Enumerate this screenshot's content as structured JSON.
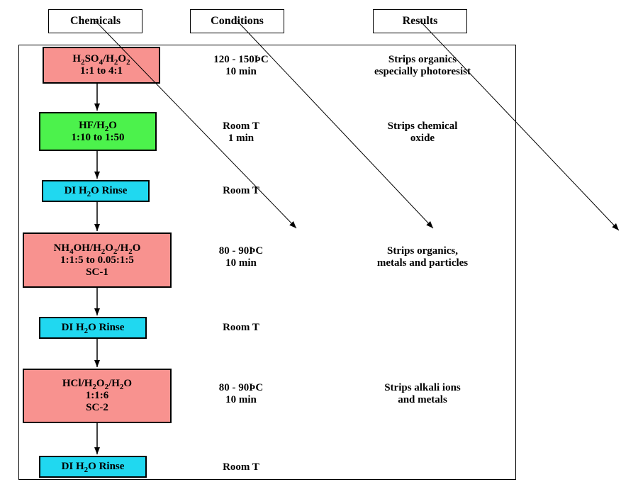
{
  "headers": {
    "chemicals": "Chemicals",
    "conditions": "Conditions",
    "results": "Results"
  },
  "colors": {
    "pink": "#f8928f",
    "green": "#4cf24c",
    "cyan": "#20d8f0"
  },
  "steps": [
    {
      "chemical_lines": [
        [
          {
            "t": "H"
          },
          {
            "s": "2"
          },
          {
            "t": "SO"
          },
          {
            "s": "4"
          },
          {
            "t": "/H"
          },
          {
            "s": "2"
          },
          {
            "t": "O"
          },
          {
            "s": "2"
          }
        ],
        [
          {
            "t": "1:1 to 4:1"
          }
        ]
      ],
      "condition": [
        "120 - 150ÞC",
        "10 min"
      ],
      "result": [
        "Strips organics",
        "especially photoresist"
      ]
    },
    {
      "chemical_lines": [
        [
          {
            "t": "HF/H"
          },
          {
            "s": "2"
          },
          {
            "t": "O"
          }
        ],
        [
          {
            "t": "1:10 to 1:50"
          }
        ]
      ],
      "condition": [
        "Room T",
        "1 min"
      ],
      "result": [
        "Strips chemical",
        "oxide"
      ]
    },
    {
      "chemical_lines": [
        [
          {
            "t": "DI H"
          },
          {
            "s": "2"
          },
          {
            "t": "O Rinse"
          }
        ]
      ],
      "condition": [
        "Room T"
      ],
      "result": []
    },
    {
      "chemical_lines": [
        [
          {
            "t": "NH"
          },
          {
            "s": "4"
          },
          {
            "t": "OH/H"
          },
          {
            "s": "2"
          },
          {
            "t": "O"
          },
          {
            "s": "2"
          },
          {
            "t": "/H"
          },
          {
            "s": "2"
          },
          {
            "t": "O"
          }
        ],
        [
          {
            "t": "1:1:5 to 0.05:1:5"
          }
        ],
        [
          {
            "t": "SC-1"
          }
        ]
      ],
      "condition": [
        "80 - 90ÞC",
        "10 min"
      ],
      "result": [
        "Strips organics,",
        "metals and particles"
      ]
    },
    {
      "chemical_lines": [
        [
          {
            "t": "DI H"
          },
          {
            "s": "2"
          },
          {
            "t": "O Rinse"
          }
        ]
      ],
      "condition": [
        "Room T"
      ],
      "result": []
    },
    {
      "chemical_lines": [
        [
          {
            "t": "HCl/H"
          },
          {
            "s": "2"
          },
          {
            "t": "O"
          },
          {
            "s": "2"
          },
          {
            "t": "/H"
          },
          {
            "s": "2"
          },
          {
            "t": "O"
          }
        ],
        [
          {
            "t": "1:1:6"
          }
        ],
        [
          {
            "t": "SC-2"
          }
        ]
      ],
      "condition": [
        "80 - 90ÞC",
        "10 min"
      ],
      "result": [
        "Strips alkali ions",
        "and metals"
      ]
    },
    {
      "chemical_lines": [
        [
          {
            "t": "DI H"
          },
          {
            "s": "2"
          },
          {
            "t": "O Rinse"
          }
        ]
      ],
      "condition": [
        "Room T"
      ],
      "result": []
    }
  ]
}
